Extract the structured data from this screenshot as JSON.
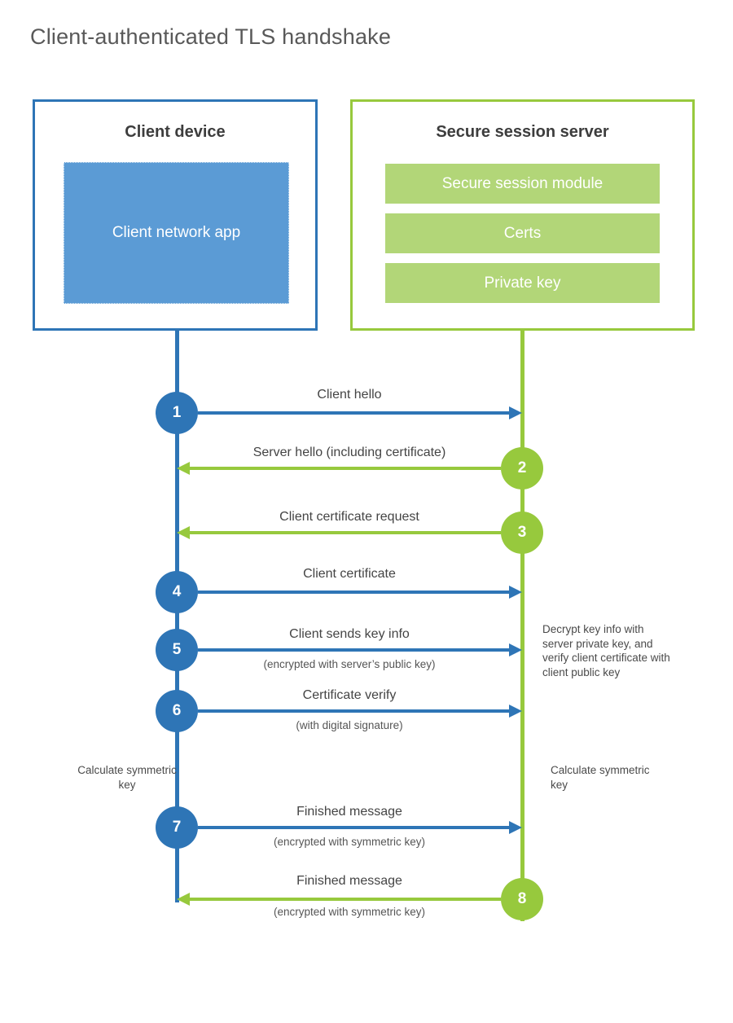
{
  "title": "Client-authenticated TLS handshake",
  "colors": {
    "blue": "#2E75B6",
    "blue_fill": "#5B9BD5",
    "green": "#97C93D",
    "green_fill": "#B2D678"
  },
  "client": {
    "title": "Client device",
    "app_label": "Client network app"
  },
  "server": {
    "title": "Secure session server",
    "modules": [
      "Secure session module",
      "Certs",
      "Private key"
    ]
  },
  "messages": [
    {
      "num": "1",
      "direction": "right",
      "color": "blue",
      "label": "Client hello",
      "sub": ""
    },
    {
      "num": "2",
      "direction": "left",
      "color": "green",
      "label": "Server hello (including certificate)",
      "sub": ""
    },
    {
      "num": "3",
      "direction": "left",
      "color": "green",
      "label": "Client certificate request",
      "sub": ""
    },
    {
      "num": "4",
      "direction": "right",
      "color": "blue",
      "label": "Client certificate",
      "sub": ""
    },
    {
      "num": "5",
      "direction": "right",
      "color": "blue",
      "label": "Client sends key info",
      "sub": "(encrypted with server’s public key)"
    },
    {
      "num": "6",
      "direction": "right",
      "color": "blue",
      "label": "Certificate verify",
      "sub": "(with digital signature)"
    },
    {
      "num": "7",
      "direction": "right",
      "color": "blue",
      "label": "Finished message",
      "sub": "(encrypted with symmetric key)"
    },
    {
      "num": "8",
      "direction": "left",
      "color": "green",
      "label": "Finished message",
      "sub": "(encrypted with symmetric key)"
    }
  ],
  "notes": {
    "decrypt": "Decrypt key info with server private key, and verify client certificate with client public key",
    "calc_left": "Calculate symmetric key",
    "calc_right": "Calculate symmetric key"
  }
}
